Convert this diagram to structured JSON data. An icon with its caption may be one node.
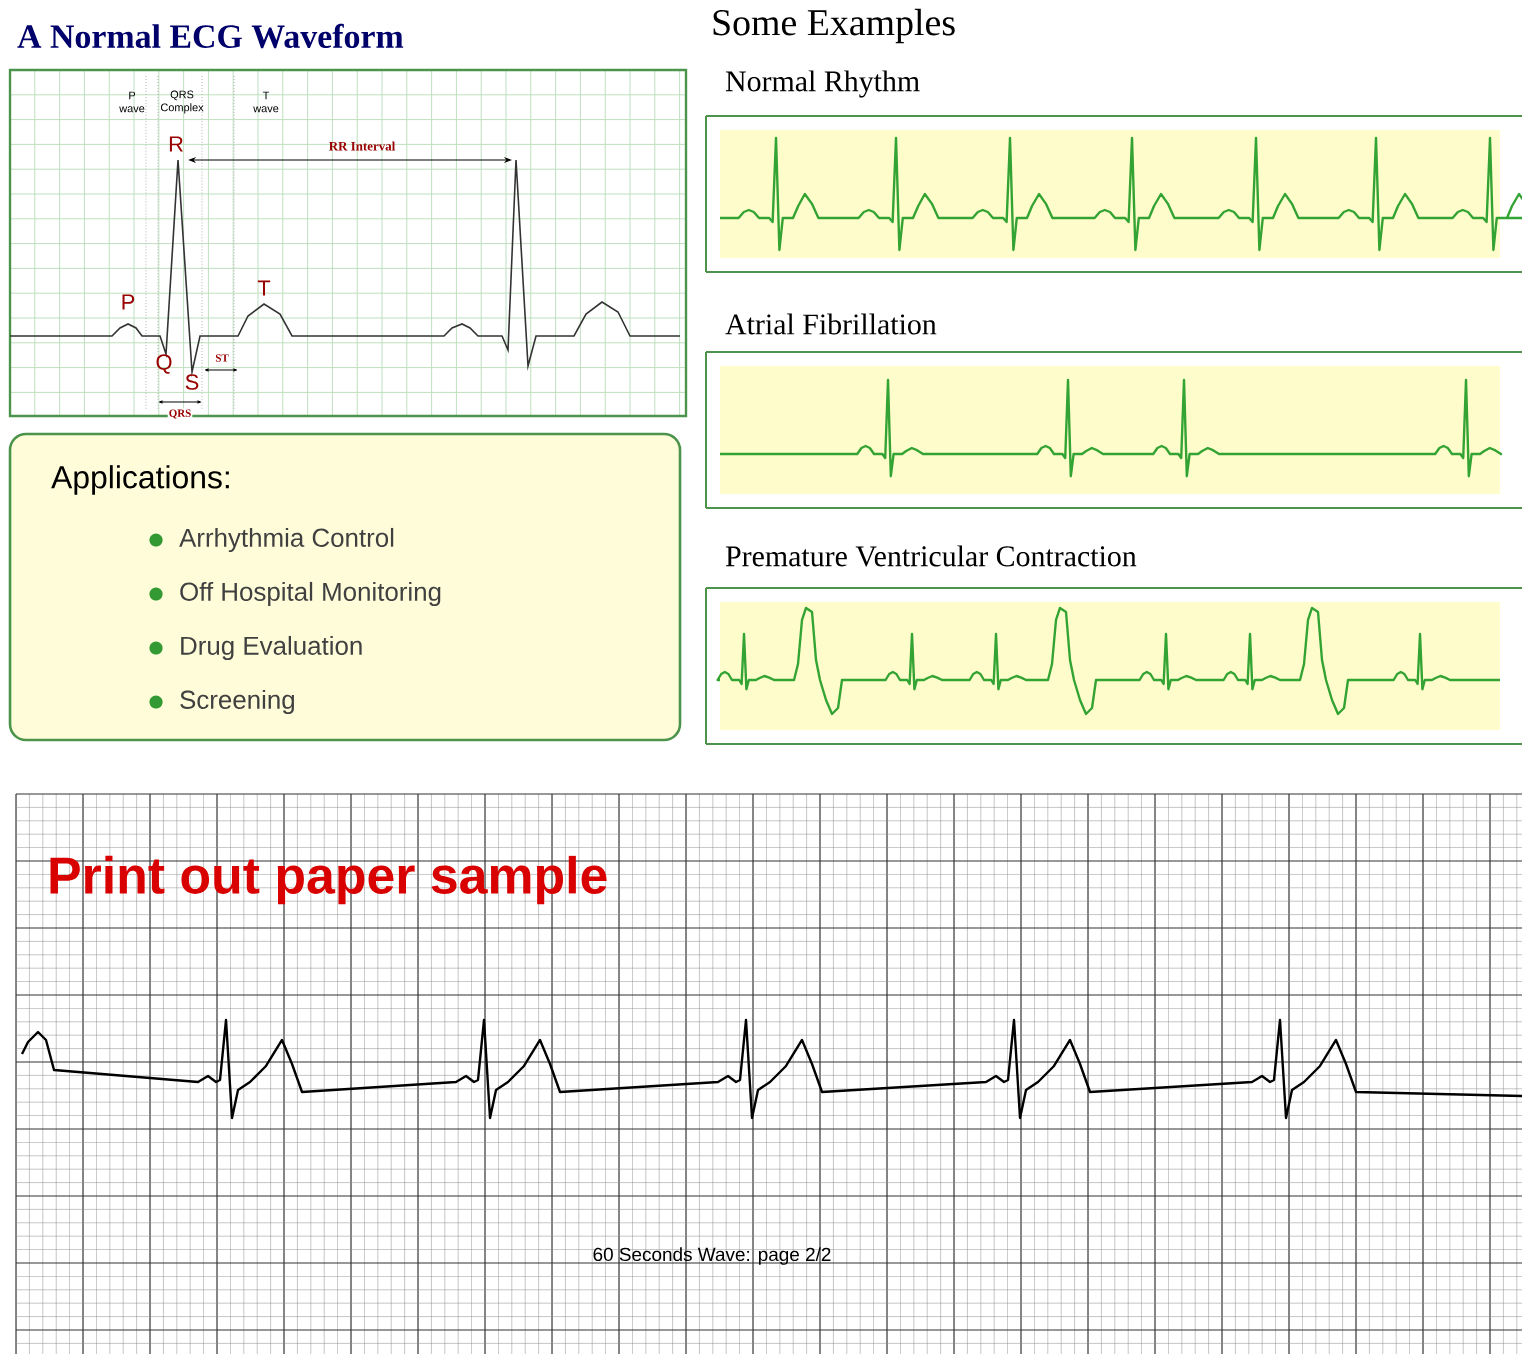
{
  "diagram": {
    "title": "A Normal ECG Waveform",
    "nodes": [
      {
        "text": [
          "Applications:",
          "Arrhythmia Control",
          "Off Hospital Monitoring",
          "Drug Evaluation",
          "Screening"
        ]
      },
      {
        "text": [
          "Normal Rhythm"
        ]
      },
      {
        "text": [
          "Atrial Fibrillation"
        ]
      },
      {
        "text": [
          "Premature Ventricular Contraction"
        ]
      }
    ],
    "labels": [
      "P wave",
      "QRS Complex",
      "T wave",
      "R",
      "RR Interval",
      "P",
      "T",
      "Q",
      "S",
      "ST",
      "QRS",
      "Some Examples",
      "Print out paper sample",
      "60 Seconds Wave:  page 2/2"
    ]
  }
}
